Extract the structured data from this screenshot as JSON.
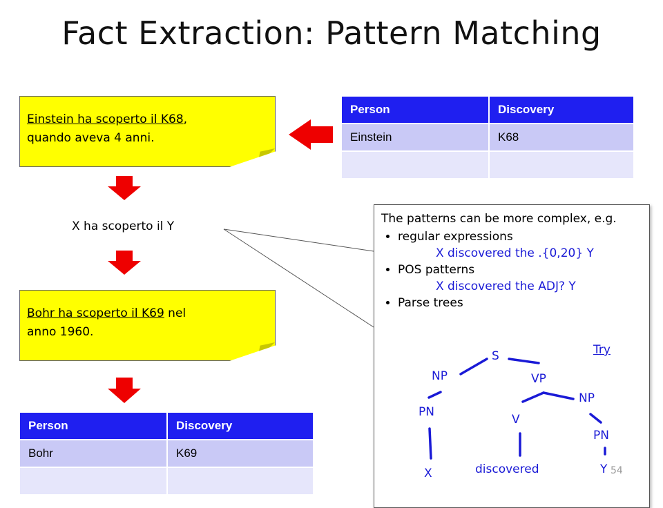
{
  "slide": {
    "title": "Fact Extraction: Pattern Matching",
    "page_number": "54"
  },
  "note_top": {
    "underlined": "Einstein ha scoperto il K68",
    "rest_line1": ",",
    "line2": "quando aveva 4 anni."
  },
  "note_bottom": {
    "underlined": "Bohr ha scoperto il K69",
    "rest_line1": " nel",
    "line2": "anno 1960."
  },
  "pattern": "X ha scoperto il Y",
  "table_top": {
    "headers": [
      "Person",
      "Discovery"
    ],
    "rows": [
      [
        "Einstein",
        "K68"
      ],
      [
        "",
        ""
      ]
    ]
  },
  "table_bottom": {
    "headers": [
      "Person",
      "Discovery"
    ],
    "rows": [
      [
        "Bohr",
        "K69"
      ],
      [
        "",
        ""
      ]
    ]
  },
  "callout": {
    "intro": "The patterns can be more complex, e.g.",
    "bullets": [
      {
        "label": "regular expressions",
        "example": "X discovered the .{0,20} Y"
      },
      {
        "label": "POS patterns",
        "example": "X discovered the ADJ? Y"
      },
      {
        "label": "Parse trees",
        "example": ""
      }
    ],
    "try_link": "Try"
  },
  "tree": {
    "S": "S",
    "NP1": "NP",
    "VP": "VP",
    "PN1": "PN",
    "V": "V",
    "NP2": "NP",
    "PN2": "PN",
    "X": "X",
    "discovered": "discovered",
    "Y": "Y"
  },
  "colors": {
    "note": "#ffff00",
    "header": "#1f1ff0",
    "row_a": "#c9c9f6",
    "row_b": "#e6e6fb",
    "arrow": "#ee0000",
    "accent_text": "#1a1ad6"
  }
}
